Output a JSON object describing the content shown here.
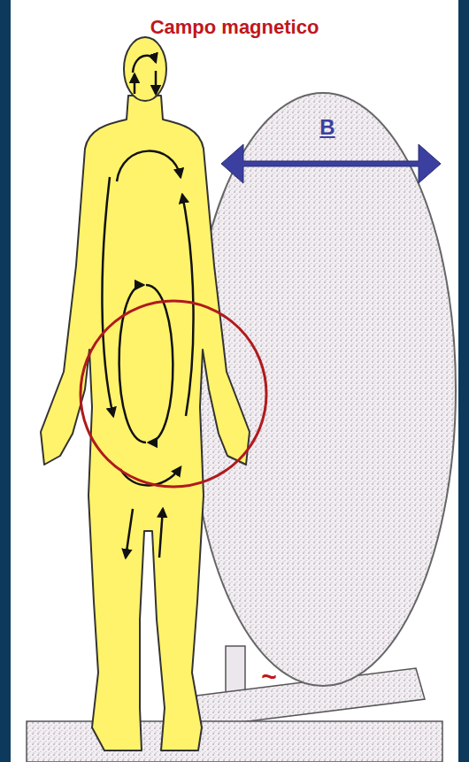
{
  "diagram": {
    "title": "Campo magnetico",
    "labels": [
      "B",
      "~"
    ]
  }
}
